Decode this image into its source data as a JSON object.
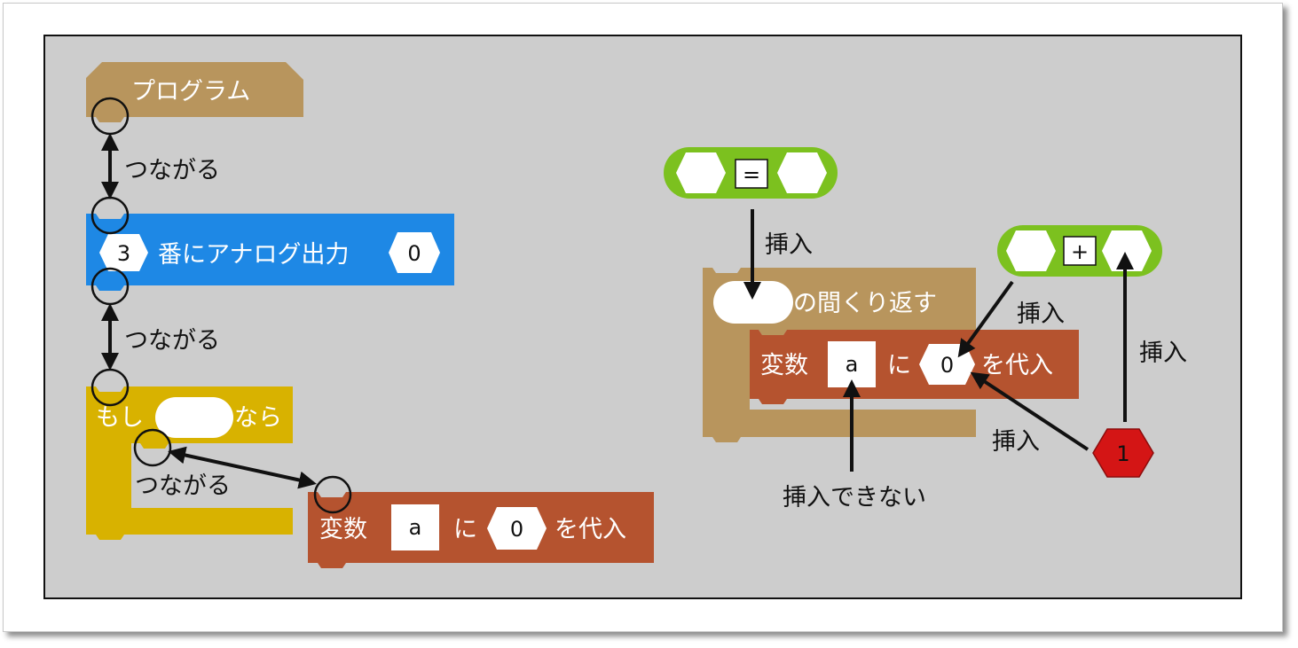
{
  "colors": {
    "background": "#cdcdcd",
    "program_block": "#b8955d",
    "analog_block": "#1e88e5",
    "if_block": "#d8b200",
    "variable_block": "#b5532f",
    "loop_block": "#b8955d",
    "compare_block": "#7cc11f",
    "add_block": "#7cc11f",
    "number_block": "#d41515"
  },
  "blocks": {
    "program": {
      "label": "プログラム"
    },
    "analog_output": {
      "pin": "3",
      "label": "番にアナログ出力",
      "value": "0"
    },
    "if_block": {
      "prefix": "もし",
      "suffix": "なら"
    },
    "assign_left": {
      "label": "変数",
      "var": "a",
      "ni": "に",
      "value": "0",
      "suffix": "を代入"
    },
    "compare": {
      "operator": "="
    },
    "loop": {
      "label": "の間くり返す"
    },
    "assign_right": {
      "label": "変数",
      "var": "a",
      "ni": "に",
      "value": "0",
      "suffix": "を代入"
    },
    "add": {
      "operator": "+"
    },
    "number": {
      "value": "1"
    }
  },
  "annotations": {
    "connect_1": "つながる",
    "connect_2": "つながる",
    "connect_3": "つながる",
    "insert_compare": "挿入",
    "insert_add_to_value": "挿入",
    "insert_number_to_value": "挿入",
    "insert_number_to_add": "挿入",
    "cannot_insert": "挿入できない"
  }
}
